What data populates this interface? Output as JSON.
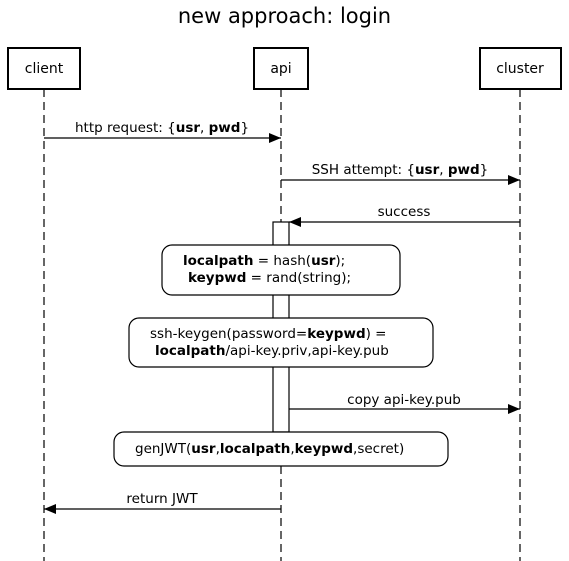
{
  "title": "new approach: login",
  "actors": {
    "client": "client",
    "api": "api",
    "cluster": "cluster"
  },
  "messages": {
    "m1": {
      "a": "http request: {",
      "b1": "usr",
      "c": ", ",
      "b2": "pwd",
      "d": "}"
    },
    "m2": {
      "a": "SSH attempt: {",
      "b1": "usr",
      "c": ", ",
      "b2": "pwd",
      "d": "}"
    },
    "m3": "success",
    "m4": "copy api-key.pub",
    "m5": "return JWT"
  },
  "notes": {
    "n1": {
      "l1_b": "localpath",
      "l1_a": " = hash(",
      "l1_b2": "usr",
      "l1_c": ");",
      "l2_b": "keypwd",
      "l2_a": " = rand(string);"
    },
    "n2": {
      "l1_a": "ssh-keygen(password=",
      "l1_b": "keypwd",
      "l1_c": ") =",
      "l2_b": "localpath",
      "l2_a": "/api-key.priv,api-key.pub"
    },
    "n3": {
      "a": "genJWT(",
      "b1": "usr",
      "c1": ",",
      "b2": "localpath",
      "c2": ",",
      "b3": "keypwd",
      "d": ",secret)"
    }
  }
}
